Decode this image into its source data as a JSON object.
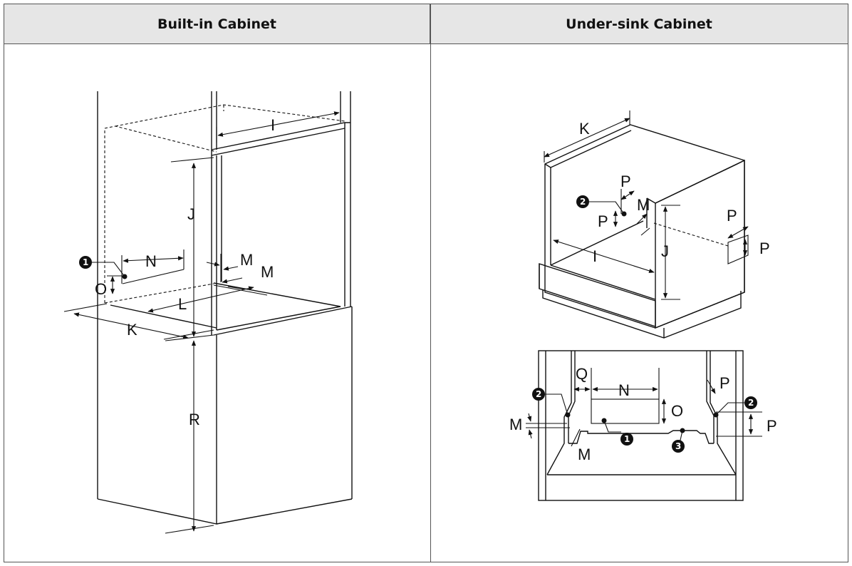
{
  "headers": {
    "left": "Built-in Cabinet",
    "right": "Under-sink Cabinet"
  },
  "labels": {
    "I": "I",
    "J": "J",
    "K": "K",
    "L": "L",
    "M": "M",
    "N": "N",
    "O": "O",
    "P": "P",
    "Q": "Q",
    "R": "R"
  },
  "callouts": {
    "one": "1",
    "two": "2",
    "three": "3"
  }
}
